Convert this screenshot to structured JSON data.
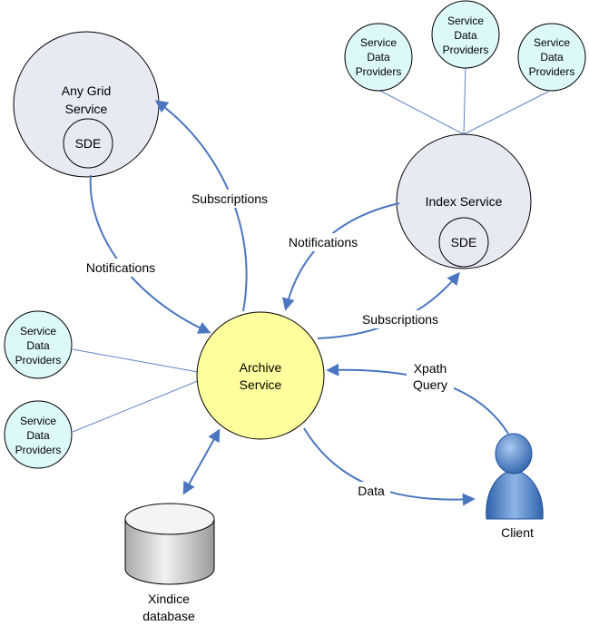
{
  "nodes": {
    "any_grid_service": {
      "line1": "Any Grid",
      "line2": "Service",
      "sde": "SDE"
    },
    "index_service": {
      "label": "Index Service",
      "sde": "SDE"
    },
    "archive_service": {
      "line1": "Archive",
      "line2": "Service"
    },
    "sdp": {
      "line1": "Service",
      "line2": "Data",
      "line3": "Providers"
    },
    "client": {
      "label": "Client"
    },
    "database": {
      "line1": "Xindice",
      "line2": "database"
    }
  },
  "edges": {
    "subscriptions_left": "Subscriptions",
    "notifications_left": "Notifications",
    "notifications_right": "Notifications",
    "subscriptions_right": "Subscriptions",
    "xpath_line1": "Xpath",
    "xpath_line2": "Query",
    "data": "Data"
  },
  "colors": {
    "service_fill": "#e8eaf3",
    "archive_fill": "#ffff9d",
    "provider_fill": "#ddf8f8",
    "arrow": "#4a76c0",
    "line": "#5c84c4",
    "client_blue": "#4f83c7",
    "db_gray": "#d9d9d9"
  }
}
